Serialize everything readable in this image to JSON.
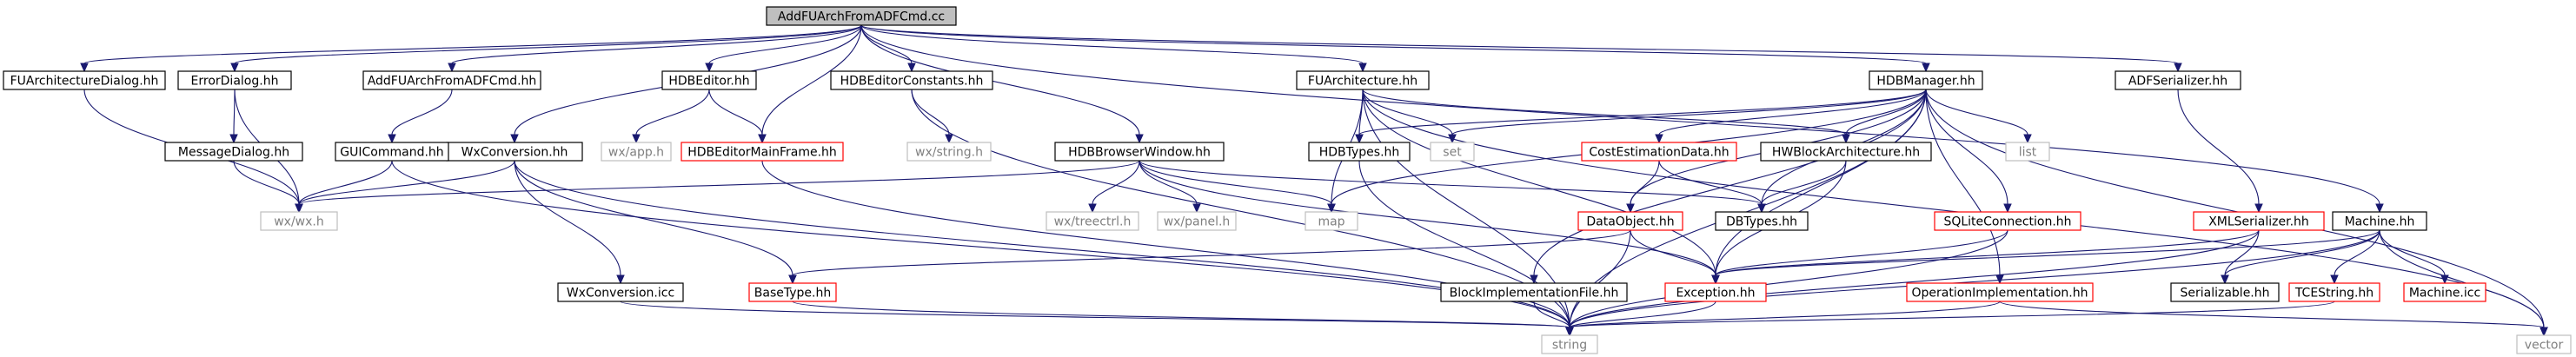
{
  "graph": {
    "colors": {
      "edge": "#191970",
      "node_border": "#000000",
      "node_text": "#000000",
      "system_border": "#bfbfbf",
      "system_text": "#7f7f7f",
      "incomplete_border": "#ff0000",
      "root_fill": "#bfbfbf"
    },
    "nodes": [
      {
        "id": "root",
        "label": "AddFUArchFromADFCmd.cc",
        "kind": "root"
      },
      {
        "id": "fuad",
        "label": "FUArchitectureDialog.hh",
        "kind": "normal"
      },
      {
        "id": "errd",
        "label": "ErrorDialog.hh",
        "kind": "normal"
      },
      {
        "id": "addh",
        "label": "AddFUArchFromADFCmd.hh",
        "kind": "normal"
      },
      {
        "id": "wxconv",
        "label": "WxConversion.hh",
        "kind": "normal"
      },
      {
        "id": "hdbed",
        "label": "HDBEditor.hh",
        "kind": "normal"
      },
      {
        "id": "hdbconst",
        "label": "HDBEditorConstants.hh",
        "kind": "normal"
      },
      {
        "id": "hdbbrw",
        "label": "HDBBrowserWindow.hh",
        "kind": "normal"
      },
      {
        "id": "fuarch",
        "label": "FUArchitecture.hh",
        "kind": "normal"
      },
      {
        "id": "hdbmgr",
        "label": "HDBManager.hh",
        "kind": "normal"
      },
      {
        "id": "adfser",
        "label": "ADFSerializer.hh",
        "kind": "normal"
      },
      {
        "id": "msgd",
        "label": "MessageDialog.hh",
        "kind": "normal"
      },
      {
        "id": "guicmd",
        "label": "GUICommand.hh",
        "kind": "normal"
      },
      {
        "id": "wxapp",
        "label": "wx/app.h",
        "kind": "system"
      },
      {
        "id": "hdbmain",
        "label": "HDBEditorMainFrame.hh",
        "kind": "incomplete"
      },
      {
        "id": "wxstr",
        "label": "wx/string.h",
        "kind": "system"
      },
      {
        "id": "hdbtypes",
        "label": "HDBTypes.hh",
        "kind": "normal"
      },
      {
        "id": "set",
        "label": "set",
        "kind": "system"
      },
      {
        "id": "cost",
        "label": "CostEstimationData.hh",
        "kind": "incomplete"
      },
      {
        "id": "hwblock",
        "label": "HWBlockArchitecture.hh",
        "kind": "normal"
      },
      {
        "id": "list",
        "label": "list",
        "kind": "system"
      },
      {
        "id": "wxwx",
        "label": "wx/wx.h",
        "kind": "system"
      },
      {
        "id": "wxtree",
        "label": "wx/treectrl.h",
        "kind": "system"
      },
      {
        "id": "wxpanel",
        "label": "wx/panel.h",
        "kind": "system"
      },
      {
        "id": "map",
        "label": "map",
        "kind": "system"
      },
      {
        "id": "dbtypes",
        "label": "DBTypes.hh",
        "kind": "normal"
      },
      {
        "id": "dataobj",
        "label": "DataObject.hh",
        "kind": "incomplete"
      },
      {
        "id": "sqlite",
        "label": "SQLiteConnection.hh",
        "kind": "incomplete"
      },
      {
        "id": "xmlser",
        "label": "XMLSerializer.hh",
        "kind": "incomplete"
      },
      {
        "id": "machine",
        "label": "Machine.hh",
        "kind": "normal"
      },
      {
        "id": "wxconvicc",
        "label": "WxConversion.icc",
        "kind": "normal"
      },
      {
        "id": "basetype",
        "label": "BaseType.hh",
        "kind": "incomplete"
      },
      {
        "id": "blockimpl",
        "label": "BlockImplementationFile.hh",
        "kind": "normal"
      },
      {
        "id": "exception",
        "label": "Exception.hh",
        "kind": "incomplete"
      },
      {
        "id": "opimpl",
        "label": "OperationImplementation.hh",
        "kind": "incomplete"
      },
      {
        "id": "serial",
        "label": "Serializable.hh",
        "kind": "normal"
      },
      {
        "id": "tcestr",
        "label": "TCEString.hh",
        "kind": "incomplete"
      },
      {
        "id": "machicc",
        "label": "Machine.icc",
        "kind": "incomplete"
      },
      {
        "id": "string",
        "label": "string",
        "kind": "system"
      },
      {
        "id": "vector",
        "label": "vector",
        "kind": "system"
      }
    ],
    "edges": [
      [
        "root",
        "fuad"
      ],
      [
        "root",
        "errd"
      ],
      [
        "root",
        "addh"
      ],
      [
        "root",
        "wxconv"
      ],
      [
        "root",
        "hdbed"
      ],
      [
        "root",
        "hdbconst"
      ],
      [
        "root",
        "hdbbrw"
      ],
      [
        "root",
        "fuarch"
      ],
      [
        "root",
        "hdbmgr"
      ],
      [
        "root",
        "adfser"
      ],
      [
        "root",
        "machine"
      ],
      [
        "root",
        "hdbmain"
      ],
      [
        "fuad",
        "wxwx"
      ],
      [
        "errd",
        "msgd"
      ],
      [
        "errd",
        "wxwx"
      ],
      [
        "msgd",
        "wxwx"
      ],
      [
        "addh",
        "guicmd"
      ],
      [
        "guicmd",
        "wxwx"
      ],
      [
        "guicmd",
        "string"
      ],
      [
        "wxconv",
        "wxwx"
      ],
      [
        "wxconv",
        "wxconvicc"
      ],
      [
        "wxconv",
        "basetype"
      ],
      [
        "wxconv",
        "string"
      ],
      [
        "wxconvicc",
        "string"
      ],
      [
        "hdbed",
        "wxapp"
      ],
      [
        "hdbed",
        "hdbmain"
      ],
      [
        "hdbmain",
        "string"
      ],
      [
        "hdbconst",
        "wxstr"
      ],
      [
        "hdbconst",
        "string"
      ],
      [
        "hdbbrw",
        "wxwx"
      ],
      [
        "hdbbrw",
        "wxtree"
      ],
      [
        "hdbbrw",
        "wxpanel"
      ],
      [
        "hdbbrw",
        "map"
      ],
      [
        "hdbbrw",
        "dbtypes"
      ],
      [
        "hdbbrw",
        "exception"
      ],
      [
        "fuarch",
        "hdbtypes"
      ],
      [
        "fuarch",
        "set"
      ],
      [
        "fuarch",
        "map"
      ],
      [
        "fuarch",
        "string"
      ],
      [
        "fuarch",
        "exception"
      ],
      [
        "fuarch",
        "hwblock"
      ],
      [
        "fuarch",
        "vector"
      ],
      [
        "hdbtypes",
        "string"
      ],
      [
        "hdbmgr",
        "hdbtypes"
      ],
      [
        "hdbmgr",
        "set"
      ],
      [
        "hdbmgr",
        "cost"
      ],
      [
        "hdbmgr",
        "hwblock"
      ],
      [
        "hdbmgr",
        "list"
      ],
      [
        "hdbmgr",
        "dbtypes"
      ],
      [
        "hdbmgr",
        "dataobj"
      ],
      [
        "hdbmgr",
        "sqlite"
      ],
      [
        "hdbmgr",
        "blockimpl"
      ],
      [
        "hdbmgr",
        "exception"
      ],
      [
        "hdbmgr",
        "opimpl"
      ],
      [
        "hdbmgr",
        "string"
      ],
      [
        "hdbmgr",
        "vector"
      ],
      [
        "hdbmgr",
        "map"
      ],
      [
        "cost",
        "dataobj"
      ],
      [
        "cost",
        "dbtypes"
      ],
      [
        "hwblock",
        "dbtypes"
      ],
      [
        "hwblock",
        "exception"
      ],
      [
        "dataobj",
        "basetype"
      ],
      [
        "dataobj",
        "exception"
      ],
      [
        "dataobj",
        "string"
      ],
      [
        "sqlite",
        "exception"
      ],
      [
        "sqlite",
        "string"
      ],
      [
        "blockimpl",
        "string"
      ],
      [
        "exception",
        "string"
      ],
      [
        "opimpl",
        "string"
      ],
      [
        "opimpl",
        "vector"
      ],
      [
        "adfser",
        "xmlser"
      ],
      [
        "xmlser",
        "exception"
      ],
      [
        "xmlser",
        "serial"
      ],
      [
        "xmlser",
        "string"
      ],
      [
        "machine",
        "exception"
      ],
      [
        "machine",
        "serial"
      ],
      [
        "machine",
        "tcestr"
      ],
      [
        "machine",
        "machicc"
      ],
      [
        "machine",
        "string"
      ],
      [
        "machine",
        "vector"
      ],
      [
        "tcestr",
        "string"
      ],
      [
        "basetype",
        "string"
      ]
    ]
  }
}
